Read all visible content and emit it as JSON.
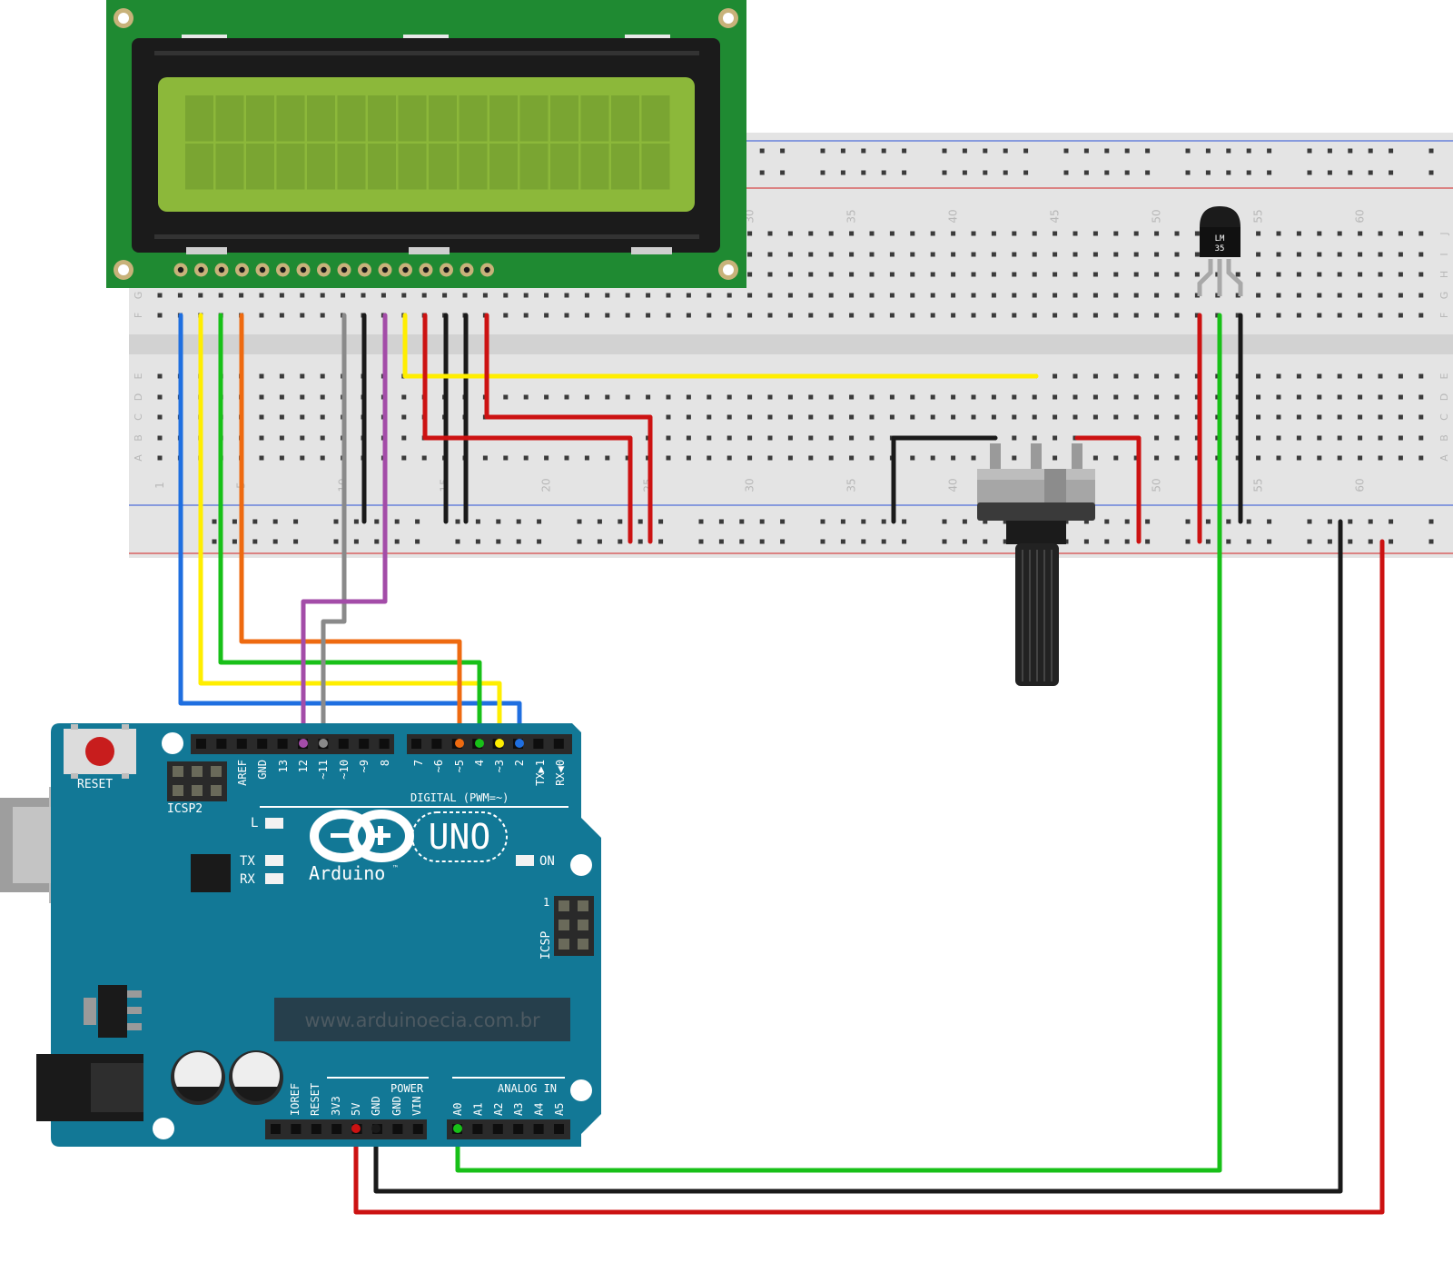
{
  "colors": {
    "board": "#127896",
    "board_dark": "#0c5f78",
    "lcd_pcb": "#1f8a32",
    "lcd_frame": "#1b1b1b",
    "lcd_screen": "#8cb83a",
    "lcd_cell": "#7aa532",
    "breadboard": "#e4e4e4",
    "rail_red": "#d22020",
    "rail_blue": "#2a4fd6",
    "wire_red": "#cc1212",
    "wire_black": "#1a1a1a",
    "wire_green": "#18c018",
    "wire_yellow": "#ffee00",
    "wire_blue": "#1f6fe0",
    "wire_orange": "#ee6a10",
    "wire_purple": "#a34ca8",
    "wire_gray": "#8a8a8a"
  },
  "breadboard": {
    "column_numbers": [
      "1",
      "5",
      "10",
      "15",
      "20",
      "25",
      "30",
      "35",
      "40",
      "45",
      "50",
      "55",
      "60"
    ],
    "rows_top": [
      "J",
      "I",
      "H",
      "G",
      "F"
    ],
    "rows_bottom": [
      "E",
      "D",
      "C",
      "B",
      "A"
    ]
  },
  "lcd": {
    "rows": 2,
    "columns": 16,
    "pin_count": 16
  },
  "sensor": {
    "label_line1": "LM",
    "label_line2": "35"
  },
  "potentiometer": {
    "icon": "potentiometer-icon"
  },
  "arduino": {
    "reset_label": "RESET",
    "icsp2_label": "ICSP2",
    "icsp_label": "ICSP",
    "icsp_pin1": "1",
    "digital_header_label": "DIGITAL (PWM=~)",
    "digital_pins": [
      "AREF",
      "GND",
      "13",
      "12",
      "~11",
      "~10",
      "~9",
      "8",
      "7",
      "~6",
      "~5",
      "4",
      "~3",
      "2",
      "TX▶1",
      "RX◀0"
    ],
    "led_l": "L",
    "led_tx": "TX",
    "led_rx": "RX",
    "led_on": "ON",
    "logo_text": "Arduino",
    "logo_tm": "™",
    "model": "UNO",
    "website": "www.arduinoecia.com.br",
    "power_header_label": "POWER",
    "power_pins": [
      "IOREF",
      "RESET",
      "3V3",
      "5V",
      "GND",
      "GND",
      "VIN"
    ],
    "analog_header_label": "ANALOG IN",
    "analog_pins": [
      "A0",
      "A1",
      "A2",
      "A3",
      "A4",
      "A5"
    ]
  }
}
